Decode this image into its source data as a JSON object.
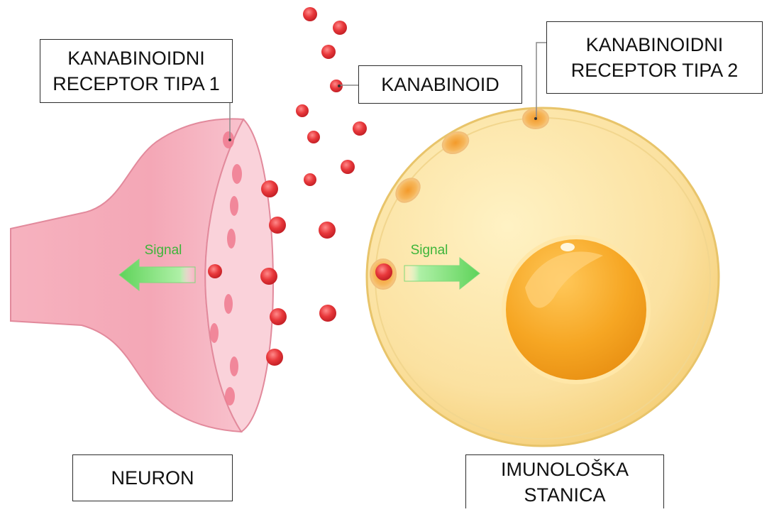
{
  "labels": {
    "cb1_receptor": [
      "KANABINOIDNI",
      "RECEPTOR TIPA 1"
    ],
    "cannabinoid": "KANABINOID",
    "cb2_receptor": [
      "KANABINOIDNI",
      "RECEPTOR TIPA 2"
    ],
    "neuron": "NEURON",
    "immune_cell": [
      "IMUNOLOŠKA",
      "STANICA"
    ]
  },
  "signals": {
    "neuron_signal": "Signal",
    "immune_signal": "Signal"
  },
  "colors": {
    "neuron_body": "#f6b6c2",
    "neuron_membrane": "#f9cdd6",
    "cell_body": "#fbe3a0",
    "cell_outline": "#e8c76e",
    "nucleus": "#f6a623",
    "cannabinoid_dot": "#e8383b",
    "signal_arrow": "#6fd86a",
    "receptor": "#f4a640"
  }
}
